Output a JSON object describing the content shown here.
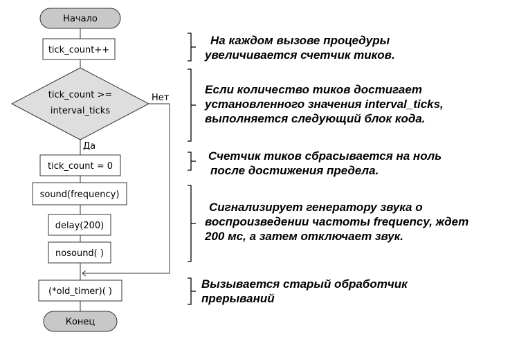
{
  "flowchart": {
    "start": "Начало",
    "step_increment": "tick_count++",
    "decision_line1": "tick_count >=",
    "decision_line2": "interval_ticks",
    "label_no": "Нет",
    "label_yes": "Да",
    "step_reset": "tick_count = 0",
    "step_sound": "sound(frequency)",
    "step_delay": "delay(200)",
    "step_nosound": "nosound( )",
    "step_old_timer": "(*old_timer)( )",
    "end": "Конец"
  },
  "notes": {
    "note1": [
      "На каждом вызове процедуры",
      "увеличивается счетчик тиков."
    ],
    "note2": [
      "Если количество тиков достигает",
      "установленного значения interval_ticks,",
      "выполняется следующий блок кода."
    ],
    "note3": [
      "Счетчик тиков сбрасывается на ноль",
      "после достижения предела."
    ],
    "note4": [
      "Сигнализирует генератору звука о",
      "воспроизведении частоты frequency, ждет",
      "200 мс, а затем отключает звук."
    ],
    "note5": [
      "Вызывается старый обработчик",
      "прерываний"
    ]
  },
  "colors": {
    "terminal_fill": "#c8c8c8",
    "decision_fill": "#dedede",
    "process_fill": "#ffffff",
    "stroke": "#333333"
  }
}
